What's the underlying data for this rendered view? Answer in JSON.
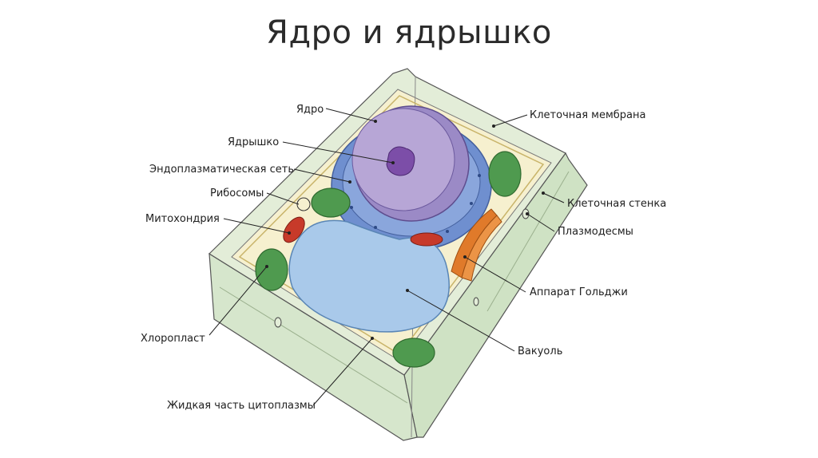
{
  "title": "Ядро и ядрышко",
  "labels": {
    "nucleus": "Ядро",
    "nucleolus": "Ядрышко",
    "er": "Эндоплазматическая сеть",
    "ribosomes": "Рибосомы",
    "mitochondrion": "Митохондрия",
    "chloroplast": "Хлоропласт",
    "cytoplasm": "Жидкая часть цитоплазмы",
    "cell_membrane": "Клеточная мембрана",
    "cell_wall": "Клеточная стенка",
    "plasmodesmata": "Плазмодесмы",
    "golgi": "Аппарат Гольджи",
    "vacuole": "Вакуоль"
  },
  "colors": {
    "cell_wall": "#d9e8cf",
    "cytoplasm": "#f6f0cf",
    "nucleus": "#b7a6d6",
    "nucleolus": "#7c4ea8",
    "er": "#6f8fcf",
    "vacuole": "#a9c9ea",
    "chloroplast": "#4f9a4f",
    "mitochondrion": "#c73a2a",
    "golgi": "#e07a2a"
  }
}
